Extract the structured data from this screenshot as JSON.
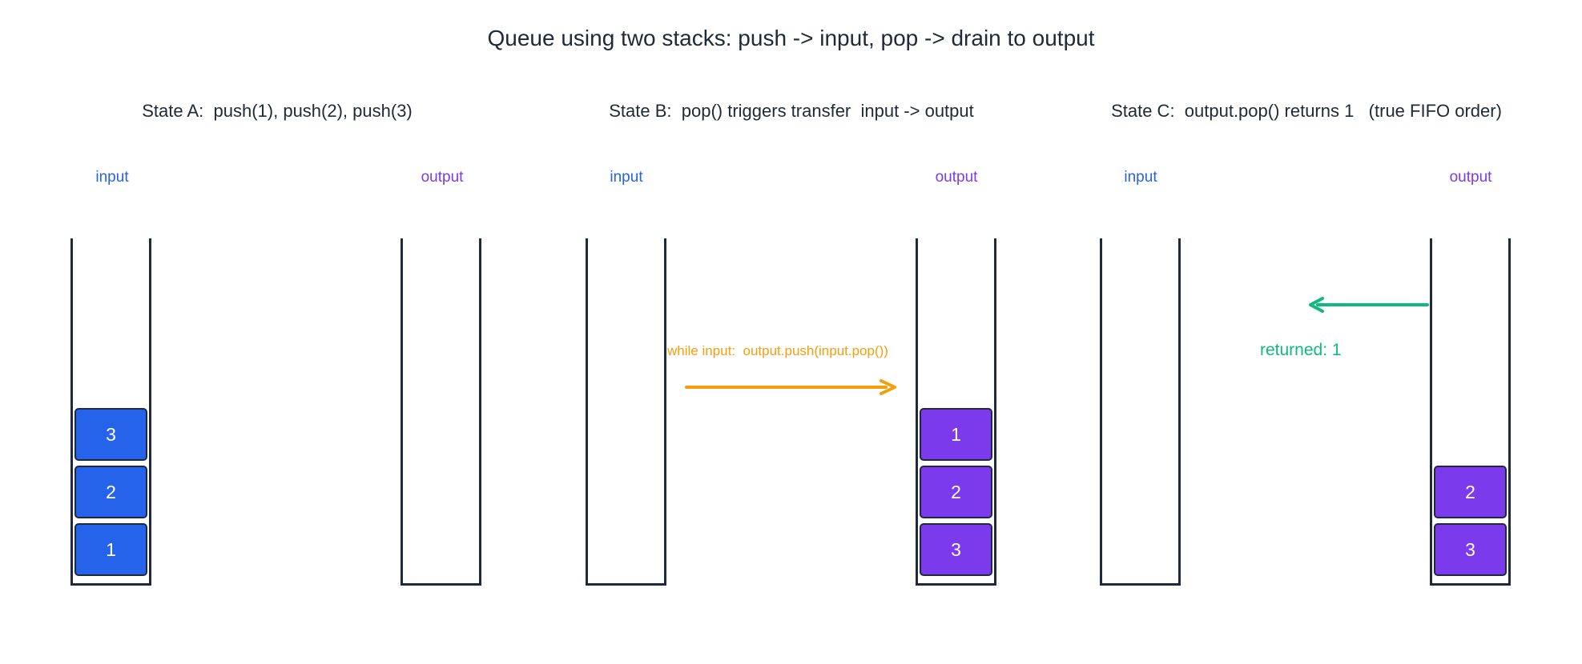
{
  "title": "Queue using two stacks: push -> input, pop -> drain to output",
  "colors": {
    "input": "#2563eb",
    "output": "#7c3aed",
    "transfer": "#f59e0b",
    "returned": "#10b981",
    "outline": "#1e293b"
  },
  "states": [
    {
      "title": "State A:  push(1), push(2), push(3)",
      "input": {
        "label": "input",
        "items": [
          "1",
          "2",
          "3"
        ]
      },
      "output": {
        "label": "output",
        "items": []
      }
    },
    {
      "title": "State B:  pop() triggers transfer  input -> output",
      "input": {
        "label": "input",
        "items": []
      },
      "output": {
        "label": "output",
        "items": [
          "3",
          "2",
          "1"
        ]
      },
      "annotation": "while input:  output.push(input.pop())"
    },
    {
      "title": "State C:  output.pop() returns 1   (true FIFO order)",
      "input": {
        "label": "input",
        "items": []
      },
      "output": {
        "label": "output",
        "items": [
          "3",
          "2"
        ]
      },
      "annotation": "returned: 1"
    }
  ]
}
